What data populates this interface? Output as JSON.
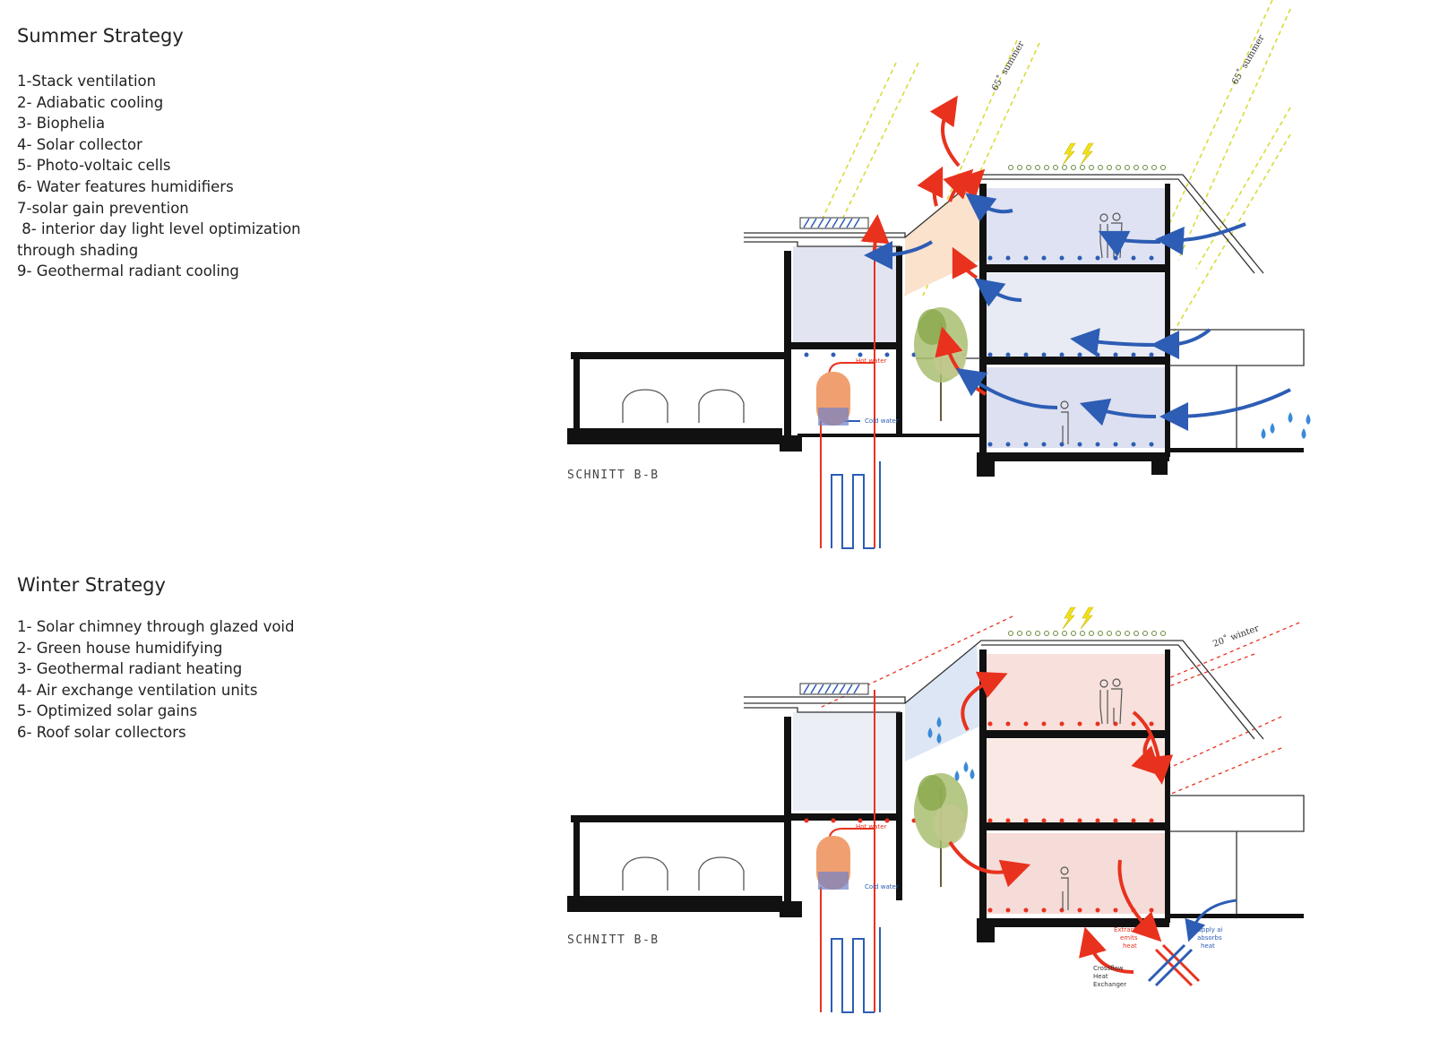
{
  "summer": {
    "title": "Summer Strategy",
    "items": [
      "1-Stack ventilation",
      "2- Adiabatic cooling",
      "3- Biophelia",
      "4- Solar collector",
      "5- Photo-voltaic cells",
      "6- Water features humidifiers",
      "7-solar gain prevention",
      " 8- interior day light level optimization",
      "through shading",
      "9- Geothermal radiant cooling"
    ],
    "section_label": "SCHNITT B-B",
    "sun_angle_label_1": "65˚ summer",
    "sun_angle_label_2": "65˚ summer",
    "hot_water_label": "Hot water",
    "cold_water_label": "Cold water"
  },
  "winter": {
    "title": "Winter Strategy",
    "items": [
      "1- Solar chimney through glazed void",
      "2- Green house humidifying",
      "3- Geothermal radiant heating",
      "4- Air exchange ventilation units",
      "5- Optimized solar gains",
      "6- Roof solar collectors"
    ],
    "section_label": "SCHNITT B-B",
    "sun_angle_label": "20˚ winter",
    "hot_water_label": "Hot water",
    "cold_water_label": "Cold water",
    "extract_label": [
      "Extract",
      "emits",
      "heat"
    ],
    "supply_label": [
      "Supply ai",
      "absorbs",
      "heat"
    ],
    "exchanger_label": [
      "Crossflow",
      "Heat",
      "Exchanger"
    ]
  },
  "colors": {
    "structure": "#111111",
    "warm_air": "#e8321e",
    "cool_air": "#2d5db4",
    "sun_summer": "#d8dc3a",
    "sun_winter": "#e8321e",
    "room_summer": "#dfe2f2",
    "room_winter": "#f8e0dc",
    "tree": "#8aa84a",
    "bolt": "#f2e21a"
  },
  "icons": [
    "lightning-bolt-icon",
    "water-drop-icon",
    "car-icon",
    "person-icon",
    "tree-icon",
    "solar-collector-icon"
  ]
}
